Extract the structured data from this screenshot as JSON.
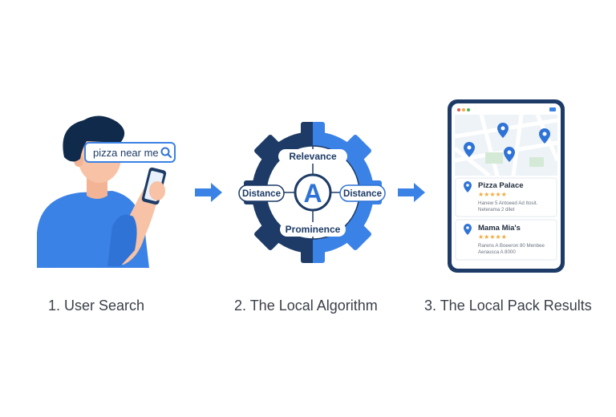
{
  "steps": [
    {
      "caption": "1. User Search"
    },
    {
      "caption": "2. The Local Algorithm"
    },
    {
      "caption": "3. The Local Pack Results"
    }
  ],
  "search": {
    "query": "pizza near me",
    "icon": "search-icon"
  },
  "algorithm": {
    "center_letter": "A",
    "factors": {
      "top": "Relevance",
      "left": "Distance",
      "right": "Distance",
      "bottom": "Prominence"
    }
  },
  "results": [
    {
      "name": "Pizza Palace",
      "rating": "★★★★★",
      "line1": "Hanew 5 Antoeed Ad Itosit.",
      "line2": "Neterama 2 dilet"
    },
    {
      "name": "Mama Mia's",
      "rating": "★★★★★",
      "line1": "Rarens A Boeeron 80 Menbee",
      "line2": "Aerausca A 8000"
    }
  ],
  "colors": {
    "primary_blue": "#3b82e6",
    "navy": "#1d3b66",
    "rating_orange": "#f2a93b",
    "skin": "#f7c2a5",
    "hair": "#0f2a4a"
  }
}
